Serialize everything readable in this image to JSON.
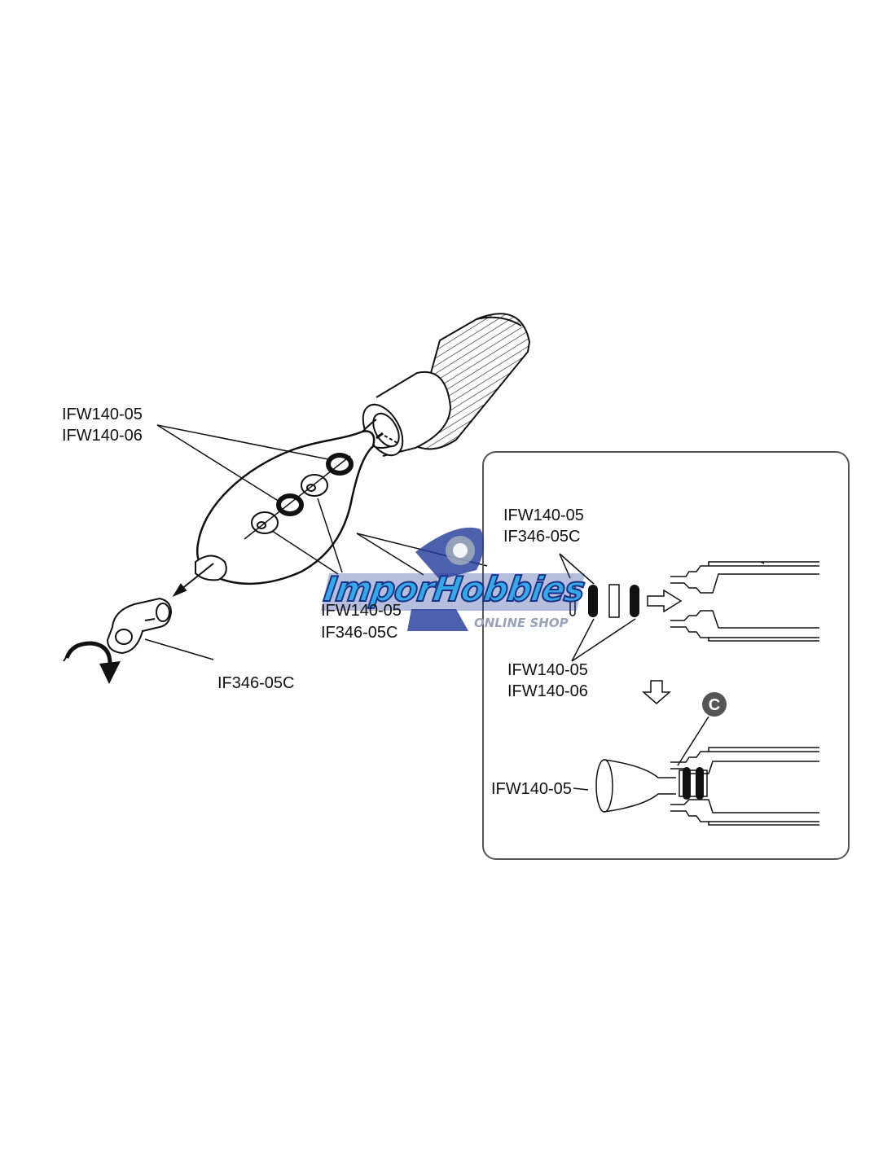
{
  "colors": {
    "line": "#111111",
    "box_border": "#555555",
    "badge_fill": "#555555",
    "watermark_blue": "#37a8e6",
    "watermark_dark": "#223a9a",
    "watermark_grey": "#9aa4b8"
  },
  "labels": {
    "main_top_1": "IFW140-05",
    "main_top_2": "IFW140-06",
    "main_mid_1": "IFW140-05",
    "main_mid_2": "IF346-05C",
    "main_rod_end": "IF346-05C",
    "inset_top_1": "IFW140-05",
    "inset_top_2": "IF346-05C",
    "inset_bottom_1": "IFW140-05",
    "inset_bottom_2": "IFW140-06",
    "inset_lower": "IFW140-05",
    "badge": "C"
  },
  "watermark": {
    "brand": "ImporHobbies",
    "tagline": "ONLINE SHOP"
  },
  "icons": {
    "rotate": "rotate-arrow-icon",
    "down": "down-arrow-icon",
    "right": "right-arrow-icon"
  }
}
